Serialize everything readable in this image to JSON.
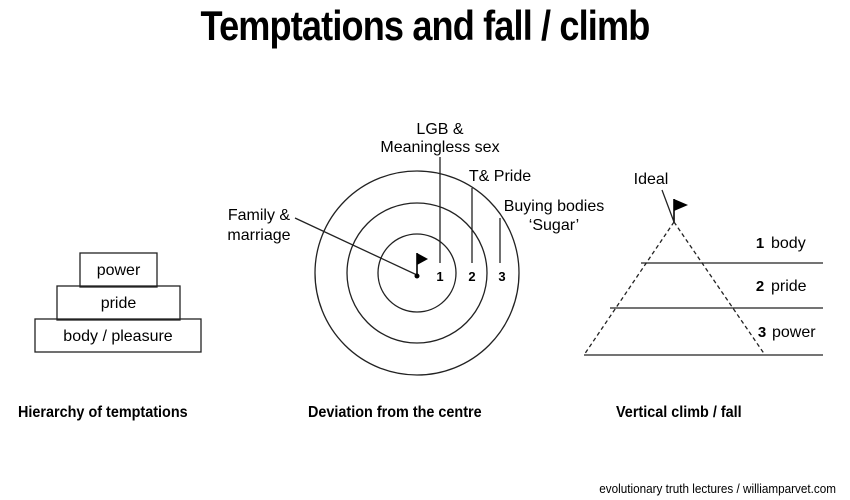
{
  "title": "Temptations and fall / climb",
  "hierarchy": {
    "levels": [
      "power",
      "pride",
      "body / pleasure"
    ],
    "caption": "Hierarchy of temptations"
  },
  "deviation": {
    "labels": {
      "center_line1": "Family &",
      "center_line2": "marriage",
      "ring1_line1": "LGB &",
      "ring1_line2": "Meaningless sex",
      "ring2": "T& Pride",
      "ring3_line1": "Buying bodies",
      "ring3_line2": "‘Sugar’"
    },
    "ring_numbers": [
      "1",
      "2",
      "3"
    ],
    "caption": "Deviation from the centre"
  },
  "vertical": {
    "apex_label": "Ideal",
    "levels": [
      {
        "num": "1",
        "label": "body"
      },
      {
        "num": "2",
        "label": "pride"
      },
      {
        "num": "3",
        "label": "power"
      }
    ],
    "caption": "Vertical climb / fall"
  },
  "footer": "evolutionary truth lectures / williamparvet.com"
}
